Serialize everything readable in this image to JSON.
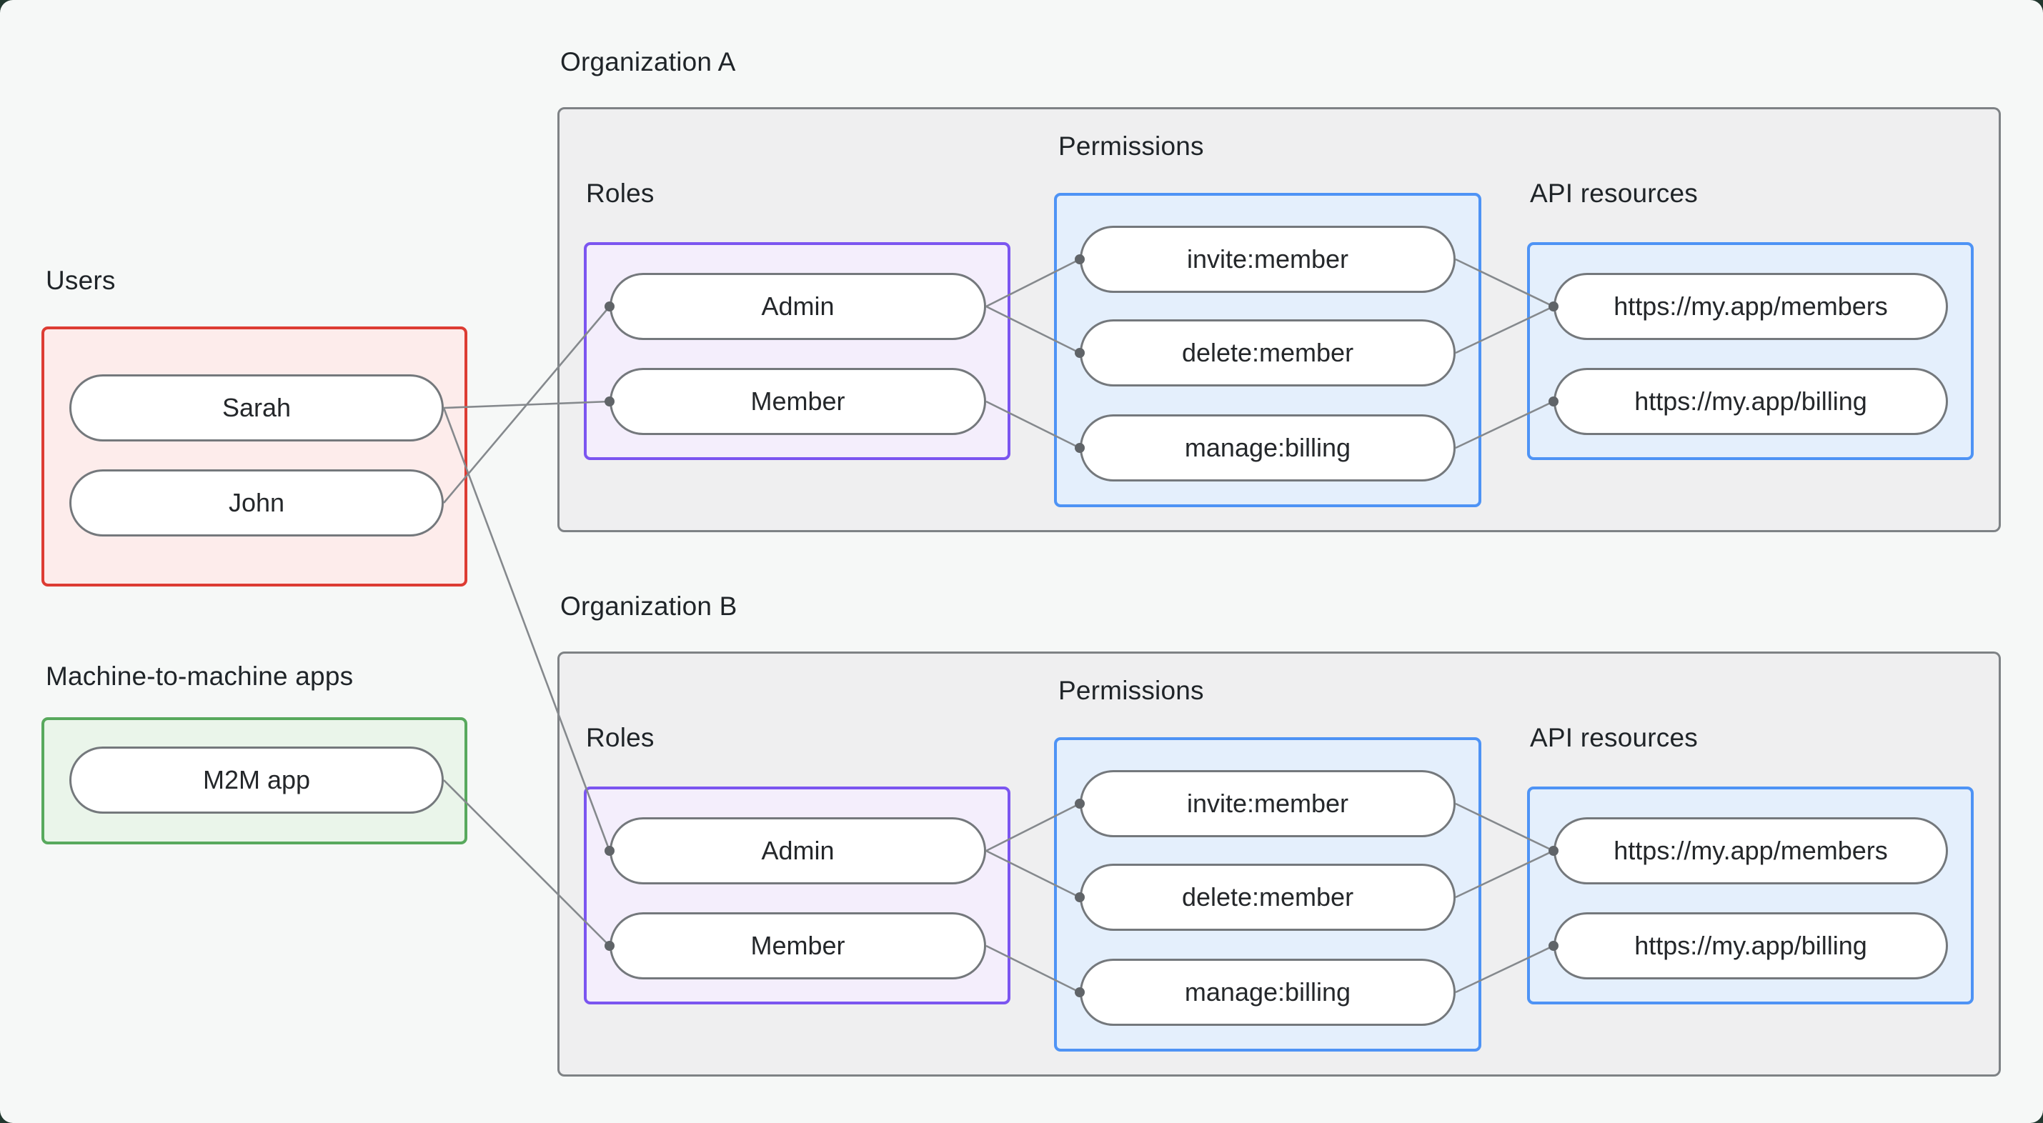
{
  "diagram": {
    "users_section": {
      "label": "Users",
      "users": [
        "Sarah",
        "John"
      ]
    },
    "m2m_section": {
      "label": "Machine-to-machine apps",
      "apps": [
        "M2M app"
      ]
    },
    "organizations": [
      {
        "title": "Organization A",
        "roles_label": "Roles",
        "permissions_label": "Permissions",
        "api_label": "API resources",
        "roles": [
          "Admin",
          "Member"
        ],
        "permissions": [
          "invite:member",
          "delete:member",
          "manage:billing"
        ],
        "api_resources": [
          "https://my.app/members",
          "https://my.app/billing"
        ]
      },
      {
        "title": "Organization B",
        "roles_label": "Roles",
        "permissions_label": "Permissions",
        "api_label": "API resources",
        "roles": [
          "Admin",
          "Member"
        ],
        "permissions": [
          "invite:member",
          "delete:member",
          "manage:billing"
        ],
        "api_resources": [
          "https://my.app/members",
          "https://my.app/billing"
        ]
      }
    ],
    "connections": [
      {
        "from": "Sarah",
        "to": "Organization A / Member"
      },
      {
        "from": "John",
        "to": "Organization A / Admin"
      },
      {
        "from": "Sarah",
        "to": "Organization B / Admin"
      },
      {
        "from": "M2M app",
        "to": "Organization B / Member"
      },
      {
        "from": "Organization A / Admin",
        "to": "Organization A / invite:member"
      },
      {
        "from": "Organization A / Admin",
        "to": "Organization A / delete:member"
      },
      {
        "from": "Organization A / Member",
        "to": "Organization A / manage:billing"
      },
      {
        "from": "Organization A / invite:member",
        "to": "Organization A / https://my.app/members"
      },
      {
        "from": "Organization A / delete:member",
        "to": "Organization A / https://my.app/members"
      },
      {
        "from": "Organization A / manage:billing",
        "to": "Organization A / https://my.app/billing"
      },
      {
        "from": "Organization B / Admin",
        "to": "Organization B / invite:member"
      },
      {
        "from": "Organization B / Admin",
        "to": "Organization B / delete:member"
      },
      {
        "from": "Organization B / Member",
        "to": "Organization B / manage:billing"
      },
      {
        "from": "Organization B / invite:member",
        "to": "Organization B / https://my.app/members"
      },
      {
        "from": "Organization B / delete:member",
        "to": "Organization B / https://my.app/members"
      },
      {
        "from": "Organization B / manage:billing",
        "to": "Organization B / https://my.app/billing"
      }
    ],
    "colors": {
      "page_bg": "#f6f8f7",
      "corner_bg": "#22382f",
      "org_fill": "#efeff0",
      "org_border": "#7e8285",
      "red_border": "#dd3c33",
      "red_fill": "#fdeceb",
      "green_border": "#58a95d",
      "green_fill": "#eaf5ea",
      "purple_border": "#7b55f0",
      "purple_fill": "#f4eefc",
      "blue_border": "#4e93f5",
      "blue_fill": "#e4effc",
      "pill_border": "#74787c",
      "line": "#85898d",
      "dot": "#606468"
    }
  }
}
